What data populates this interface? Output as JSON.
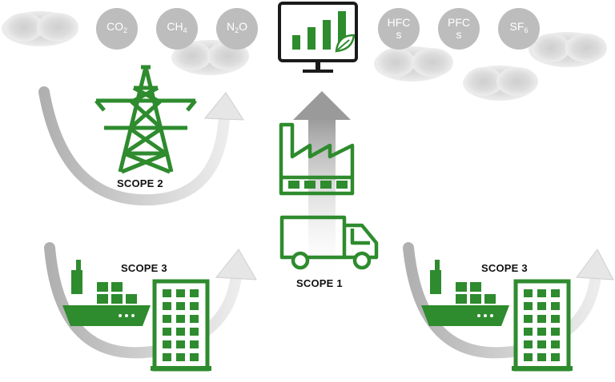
{
  "gases": [
    {
      "base": "CO",
      "sub": "2"
    },
    {
      "base": "CH",
      "sub": "4"
    },
    {
      "base": "N",
      "sub": "2",
      "after": "O"
    },
    {
      "text": "HFCs"
    },
    {
      "text": "PFCs"
    },
    {
      "base": "SF",
      "sub": "6"
    }
  ],
  "scopes": {
    "scope1": "SCOPE 1",
    "scope2": "SCOPE 2",
    "scope3_left": "SCOPE 3",
    "scope3_right": "SCOPE 3"
  },
  "colors": {
    "green": "#2e8b2e",
    "gas_circle": "#bdbdbd",
    "cloud": "#d9d9d9",
    "arrow": "#c4c4c4"
  },
  "icons": {
    "monitor": "monitor-chart-leaf-icon",
    "tower": "power-tower-icon",
    "factory": "factory-icon",
    "truck": "truck-icon",
    "ship": "cargo-ship-icon",
    "building": "office-building-icon"
  }
}
